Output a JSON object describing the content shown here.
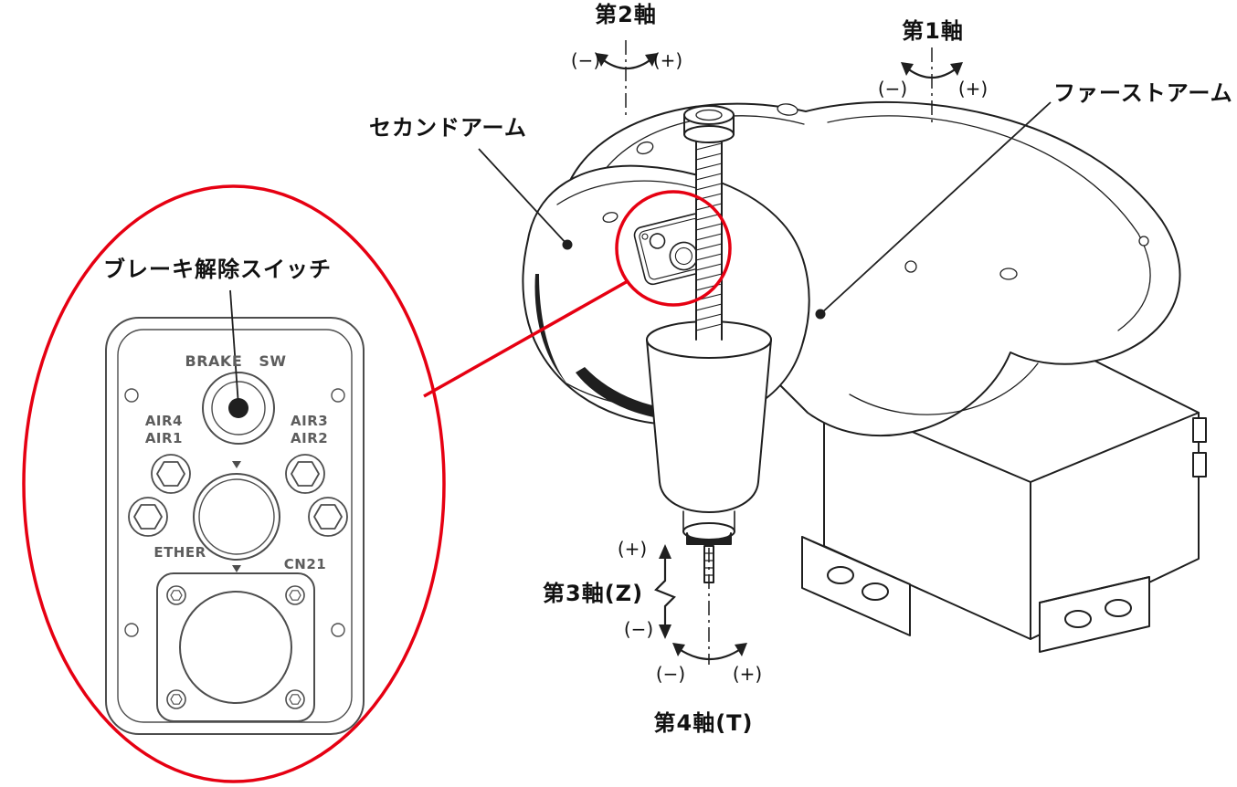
{
  "meta": {
    "background": "#ffffff",
    "line_color": "#1f1f1f",
    "accent_red": "#e60012"
  },
  "annotations": {
    "axis2": {
      "title": "第2軸",
      "minus": "(−)",
      "plus": "(+)"
    },
    "axis1": {
      "title": "第1軸",
      "minus": "(−)",
      "plus": "(+)"
    },
    "axis3": {
      "title": "第3軸(Z)",
      "plus": "(+)",
      "minus": "(−)"
    },
    "axis4": {
      "title": "第4軸(T)",
      "minus": "(−)",
      "plus": "(+)"
    },
    "first_arm": "ファーストアーム",
    "second_arm": "セカンドアーム",
    "brake_release_switch": "ブレーキ解除スイッチ"
  },
  "panel": {
    "brake_sw": "BRAKE SW",
    "air_left_top": "AIR4",
    "air_left_bottom": "AIR1",
    "air_right_top": "AIR3",
    "air_right_bottom": "AIR2",
    "ether": "ETHER",
    "cn21": "CN21"
  }
}
